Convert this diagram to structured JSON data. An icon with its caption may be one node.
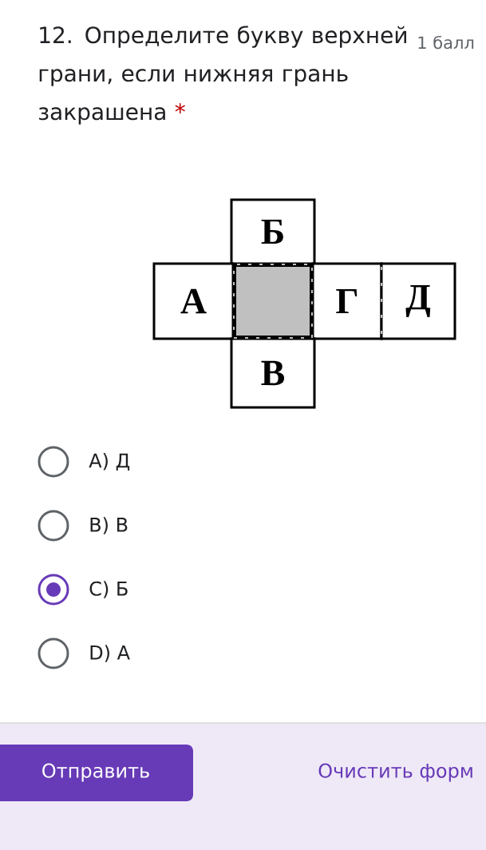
{
  "diagram": {
    "title": "12. Определите букву верхней грани, если нижняя грань закрашена",
    "nodes": [
      {
        "text": [
          "Б"
        ]
      },
      {
        "text": [
          "А"
        ]
      },
      {
        "text": [],
        "shape": "box"
      },
      {
        "text": [
          "Г"
        ]
      },
      {
        "text": [
          "Д"
        ]
      },
      {
        "text": [
          "В"
        ]
      }
    ],
    "edges": [],
    "labels": [
      "1 балл",
      "*",
      "A) Д",
      "B) В",
      "C) Б",
      "D) А",
      "Отправить",
      "Очистить форм"
    ]
  }
}
